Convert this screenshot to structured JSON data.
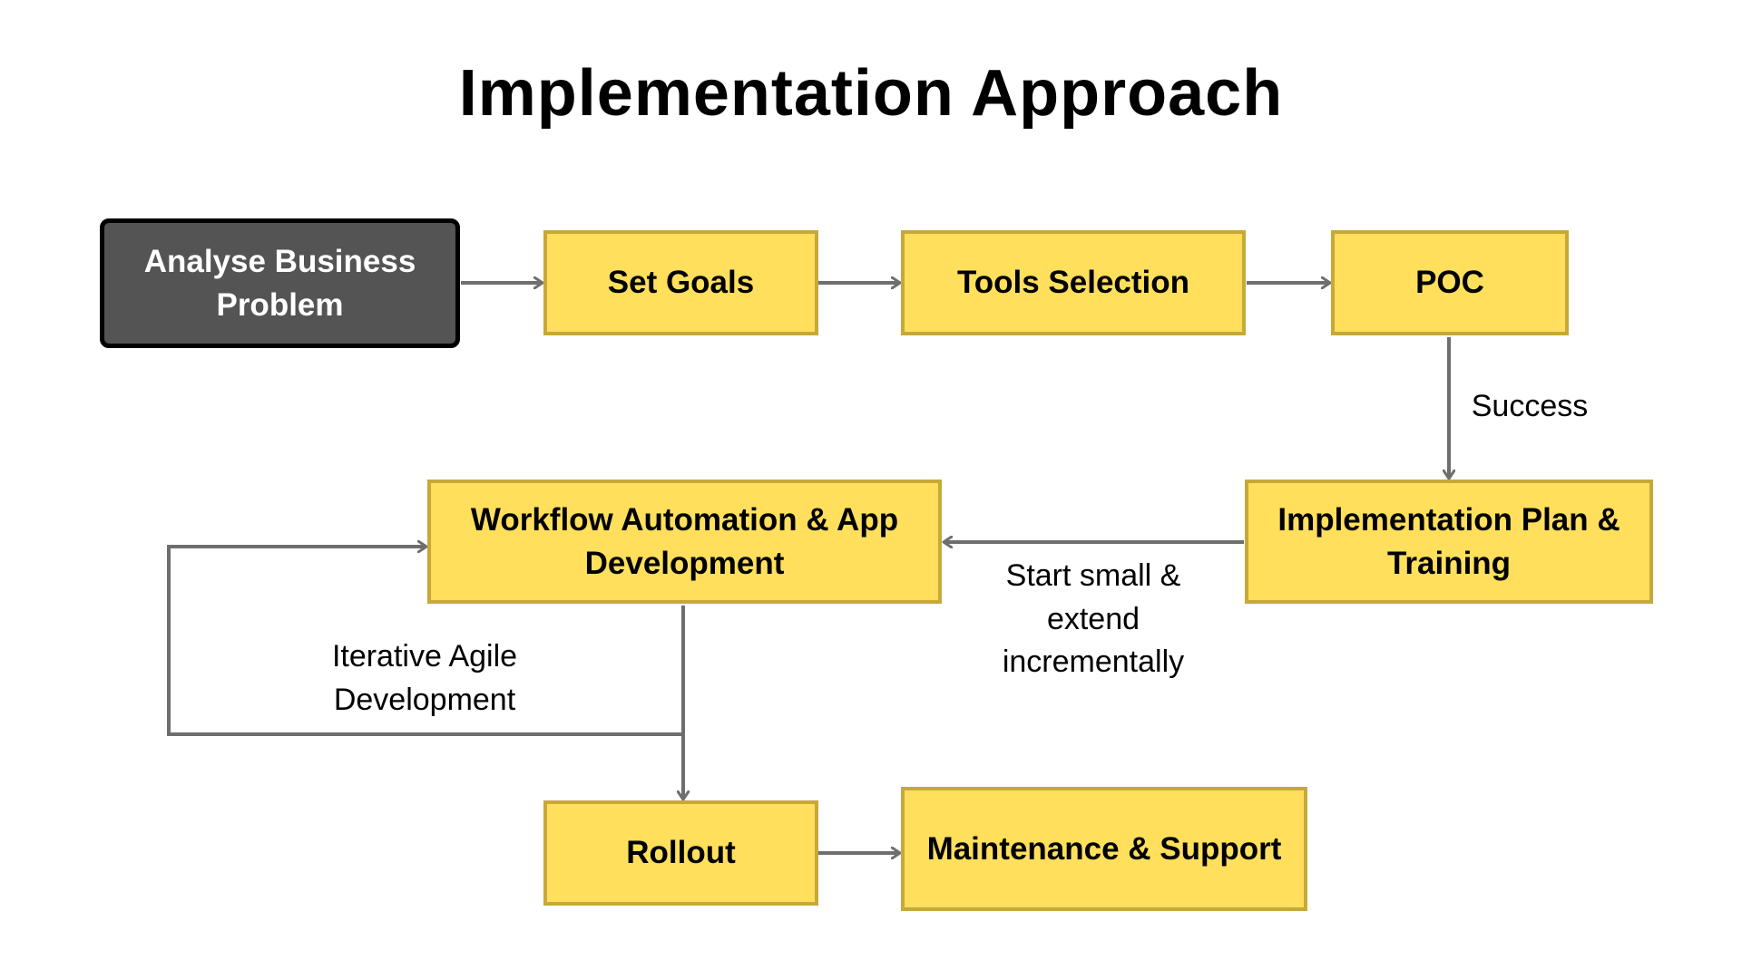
{
  "title": "Implementation Approach",
  "nodes": {
    "analyse": "Analyse Business Problem",
    "set_goals": "Set Goals",
    "tools": "Tools Selection",
    "poc": "POC",
    "impl_plan": "Implementation Plan & Training",
    "workflow": "Workflow Automation & App Development",
    "rollout": "Rollout",
    "maintenance": "Maintenance & Support"
  },
  "edge_labels": {
    "success": "Success",
    "start_small": "Start small &\nextend\nincrementally",
    "iterative": "Iterative Agile\nDevelopment"
  },
  "colors": {
    "box_fill": "#ffdf5c",
    "box_border": "#c7a839",
    "start_fill": "#545454",
    "arrow": "#6e6e6e"
  }
}
